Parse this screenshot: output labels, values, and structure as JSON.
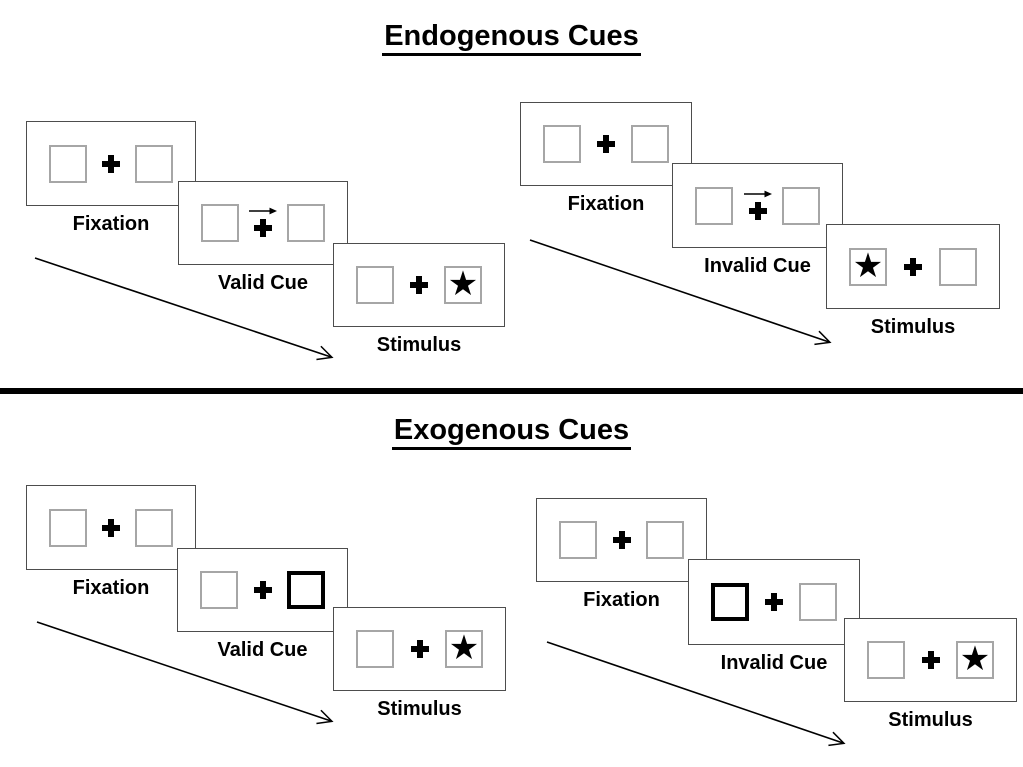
{
  "glyphs": {
    "star": "★"
  },
  "colors": {
    "ink": "#000000",
    "panel_border": "#4d4d4d",
    "placeholder_box_border": "#a6a6a6",
    "background": "#ffffff"
  },
  "sections": [
    {
      "title": "Endogenous Cues",
      "sequences": [
        {
          "name": "valid-trial",
          "steps": [
            {
              "label": "Fixation"
            },
            {
              "label": "Valid Cue",
              "cue_direction": "right"
            },
            {
              "label": "Stimulus",
              "star_side": "right"
            }
          ]
        },
        {
          "name": "invalid-trial",
          "steps": [
            {
              "label": "Fixation"
            },
            {
              "label": "Invalid Cue",
              "cue_direction": "right"
            },
            {
              "label": "Stimulus",
              "star_side": "left"
            }
          ]
        }
      ]
    },
    {
      "title": "Exogenous Cues",
      "sequences": [
        {
          "name": "valid-trial",
          "steps": [
            {
              "label": "Fixation"
            },
            {
              "label": "Valid Cue",
              "cue_box_side": "right"
            },
            {
              "label": "Stimulus",
              "star_side": "right"
            }
          ]
        },
        {
          "name": "invalid-trial",
          "steps": [
            {
              "label": "Fixation"
            },
            {
              "label": "Invalid Cue",
              "cue_box_side": "left"
            },
            {
              "label": "Stimulus",
              "star_side": "right"
            }
          ]
        }
      ]
    }
  ]
}
